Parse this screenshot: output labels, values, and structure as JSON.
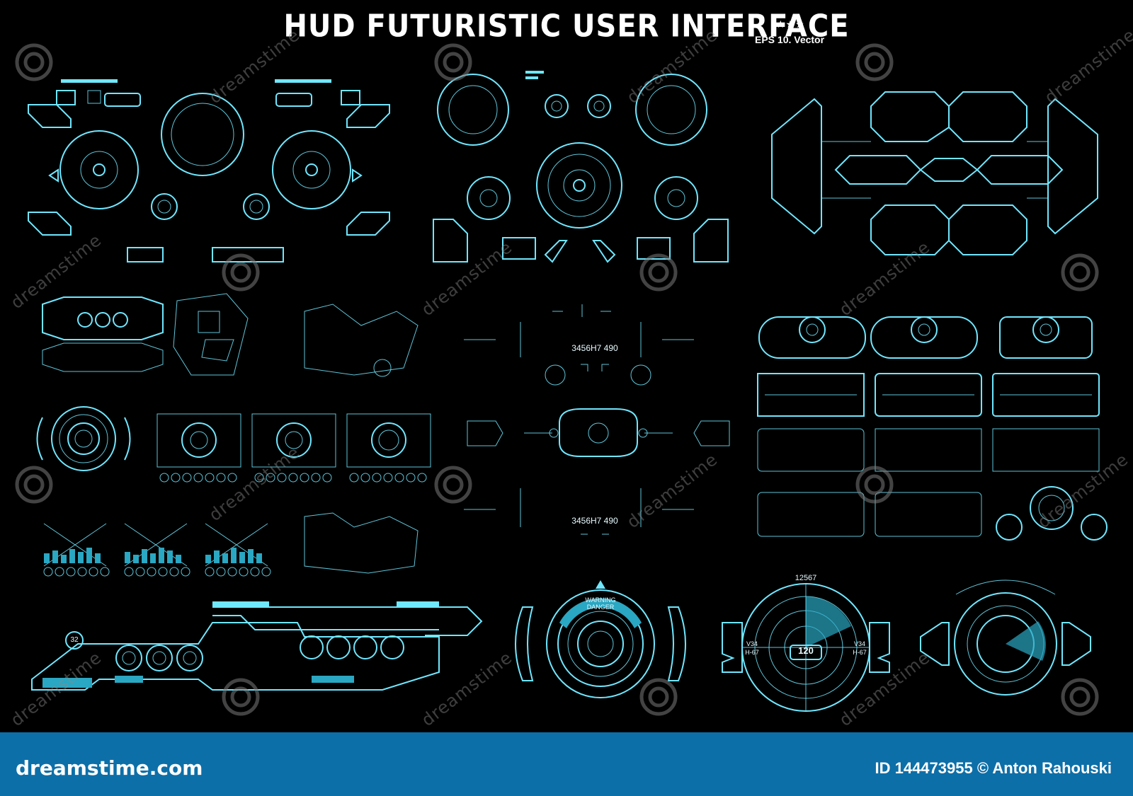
{
  "header": {
    "title": "HUD FUTURISTIC USER INTERFACE",
    "stars": "★★★",
    "subtitle": "EPS 10. Vector"
  },
  "hud_readouts": {
    "code_top": "3456H7  490",
    "code_bottom": "3456H7  490",
    "warning": "WARNING\nDANGER",
    "radar_top": "12567",
    "radar_center": "120",
    "radar_left_a": "V34",
    "radar_left_b": "H-67",
    "radar_right_a": "V34",
    "radar_right_b": "H-67",
    "badge_number": "32"
  },
  "watermark": {
    "text": "dreamstime"
  },
  "footer": {
    "brand": "dreamstime.com",
    "id_text": "ID 144473955 © Anton Rahouski"
  },
  "colors": {
    "background": "#000000",
    "hud": "#6fe7ff",
    "footer_bg": "#0d6fa8"
  }
}
